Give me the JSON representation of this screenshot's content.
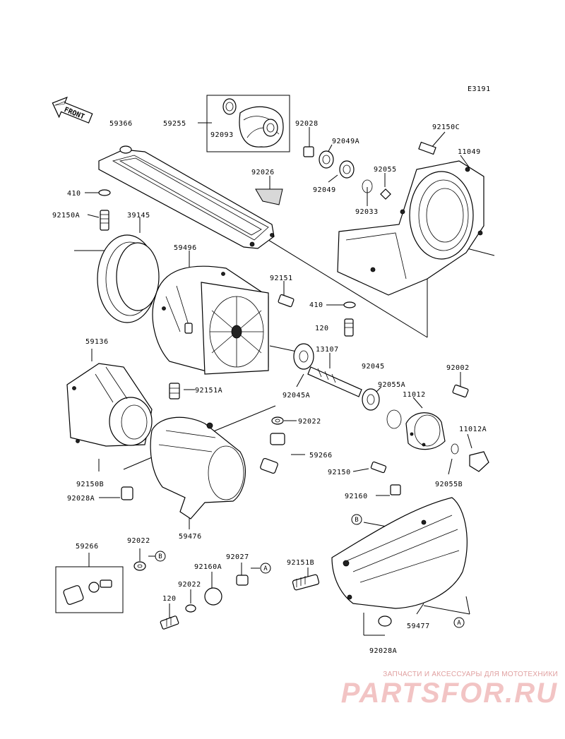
{
  "diagram": {
    "code": "E3191",
    "front_label": "FRONT",
    "parts": [
      {
        "id": "p59366",
        "text": "59366"
      },
      {
        "id": "p59255",
        "text": "59255"
      },
      {
        "id": "p92093",
        "text": "92093"
      },
      {
        "id": "p92028",
        "text": "92028"
      },
      {
        "id": "p92049A",
        "text": "92049A"
      },
      {
        "id": "p92150C",
        "text": "92150C"
      },
      {
        "id": "p11049",
        "text": "11049"
      },
      {
        "id": "p92026",
        "text": "92026"
      },
      {
        "id": "p92055",
        "text": "92055"
      },
      {
        "id": "p410a",
        "text": "410"
      },
      {
        "id": "p92049",
        "text": "92049"
      },
      {
        "id": "p92033",
        "text": "92033"
      },
      {
        "id": "p92150A",
        "text": "92150A"
      },
      {
        "id": "p39145",
        "text": "39145"
      },
      {
        "id": "p59496",
        "text": "59496"
      },
      {
        "id": "p92151",
        "text": "92151"
      },
      {
        "id": "p410b",
        "text": "410"
      },
      {
        "id": "p120a",
        "text": "120"
      },
      {
        "id": "p59136",
        "text": "59136"
      },
      {
        "id": "p13107",
        "text": "13107"
      },
      {
        "id": "p92045",
        "text": "92045"
      },
      {
        "id": "p92002",
        "text": "92002"
      },
      {
        "id": "p92151A",
        "text": "92151A"
      },
      {
        "id": "p92045A",
        "text": "92045A"
      },
      {
        "id": "p92055A",
        "text": "92055A"
      },
      {
        "id": "p11012",
        "text": "11012"
      },
      {
        "id": "p92022a",
        "text": "92022"
      },
      {
        "id": "p11012A",
        "text": "11012A"
      },
      {
        "id": "p59266a",
        "text": "59266"
      },
      {
        "id": "p92150",
        "text": "92150"
      },
      {
        "id": "p92150B",
        "text": "92150B"
      },
      {
        "id": "p92055B",
        "text": "92055B"
      },
      {
        "id": "p92028A",
        "text": "92028A"
      },
      {
        "id": "p92160",
        "text": "92160"
      },
      {
        "id": "p59476",
        "text": "59476"
      },
      {
        "id": "p59266b",
        "text": "59266"
      },
      {
        "id": "p92022b",
        "text": "92022"
      },
      {
        "id": "p92027",
        "text": "92027"
      },
      {
        "id": "p92160A",
        "text": "92160A"
      },
      {
        "id": "p92151B",
        "text": "92151B"
      },
      {
        "id": "p92022c",
        "text": "92022"
      },
      {
        "id": "p120b",
        "text": "120"
      },
      {
        "id": "p59477",
        "text": "59477"
      },
      {
        "id": "p92028Ab",
        "text": "92028A"
      }
    ],
    "callouts": {
      "A": "A",
      "B": "B"
    }
  },
  "watermark": {
    "caption": "ЗАПЧАСТИ И АКСЕССУАРЫ ДЛЯ МОТОТЕХНИКИ",
    "logo": "PARTSFOR.RU",
    "color": "#f2c4c4"
  }
}
